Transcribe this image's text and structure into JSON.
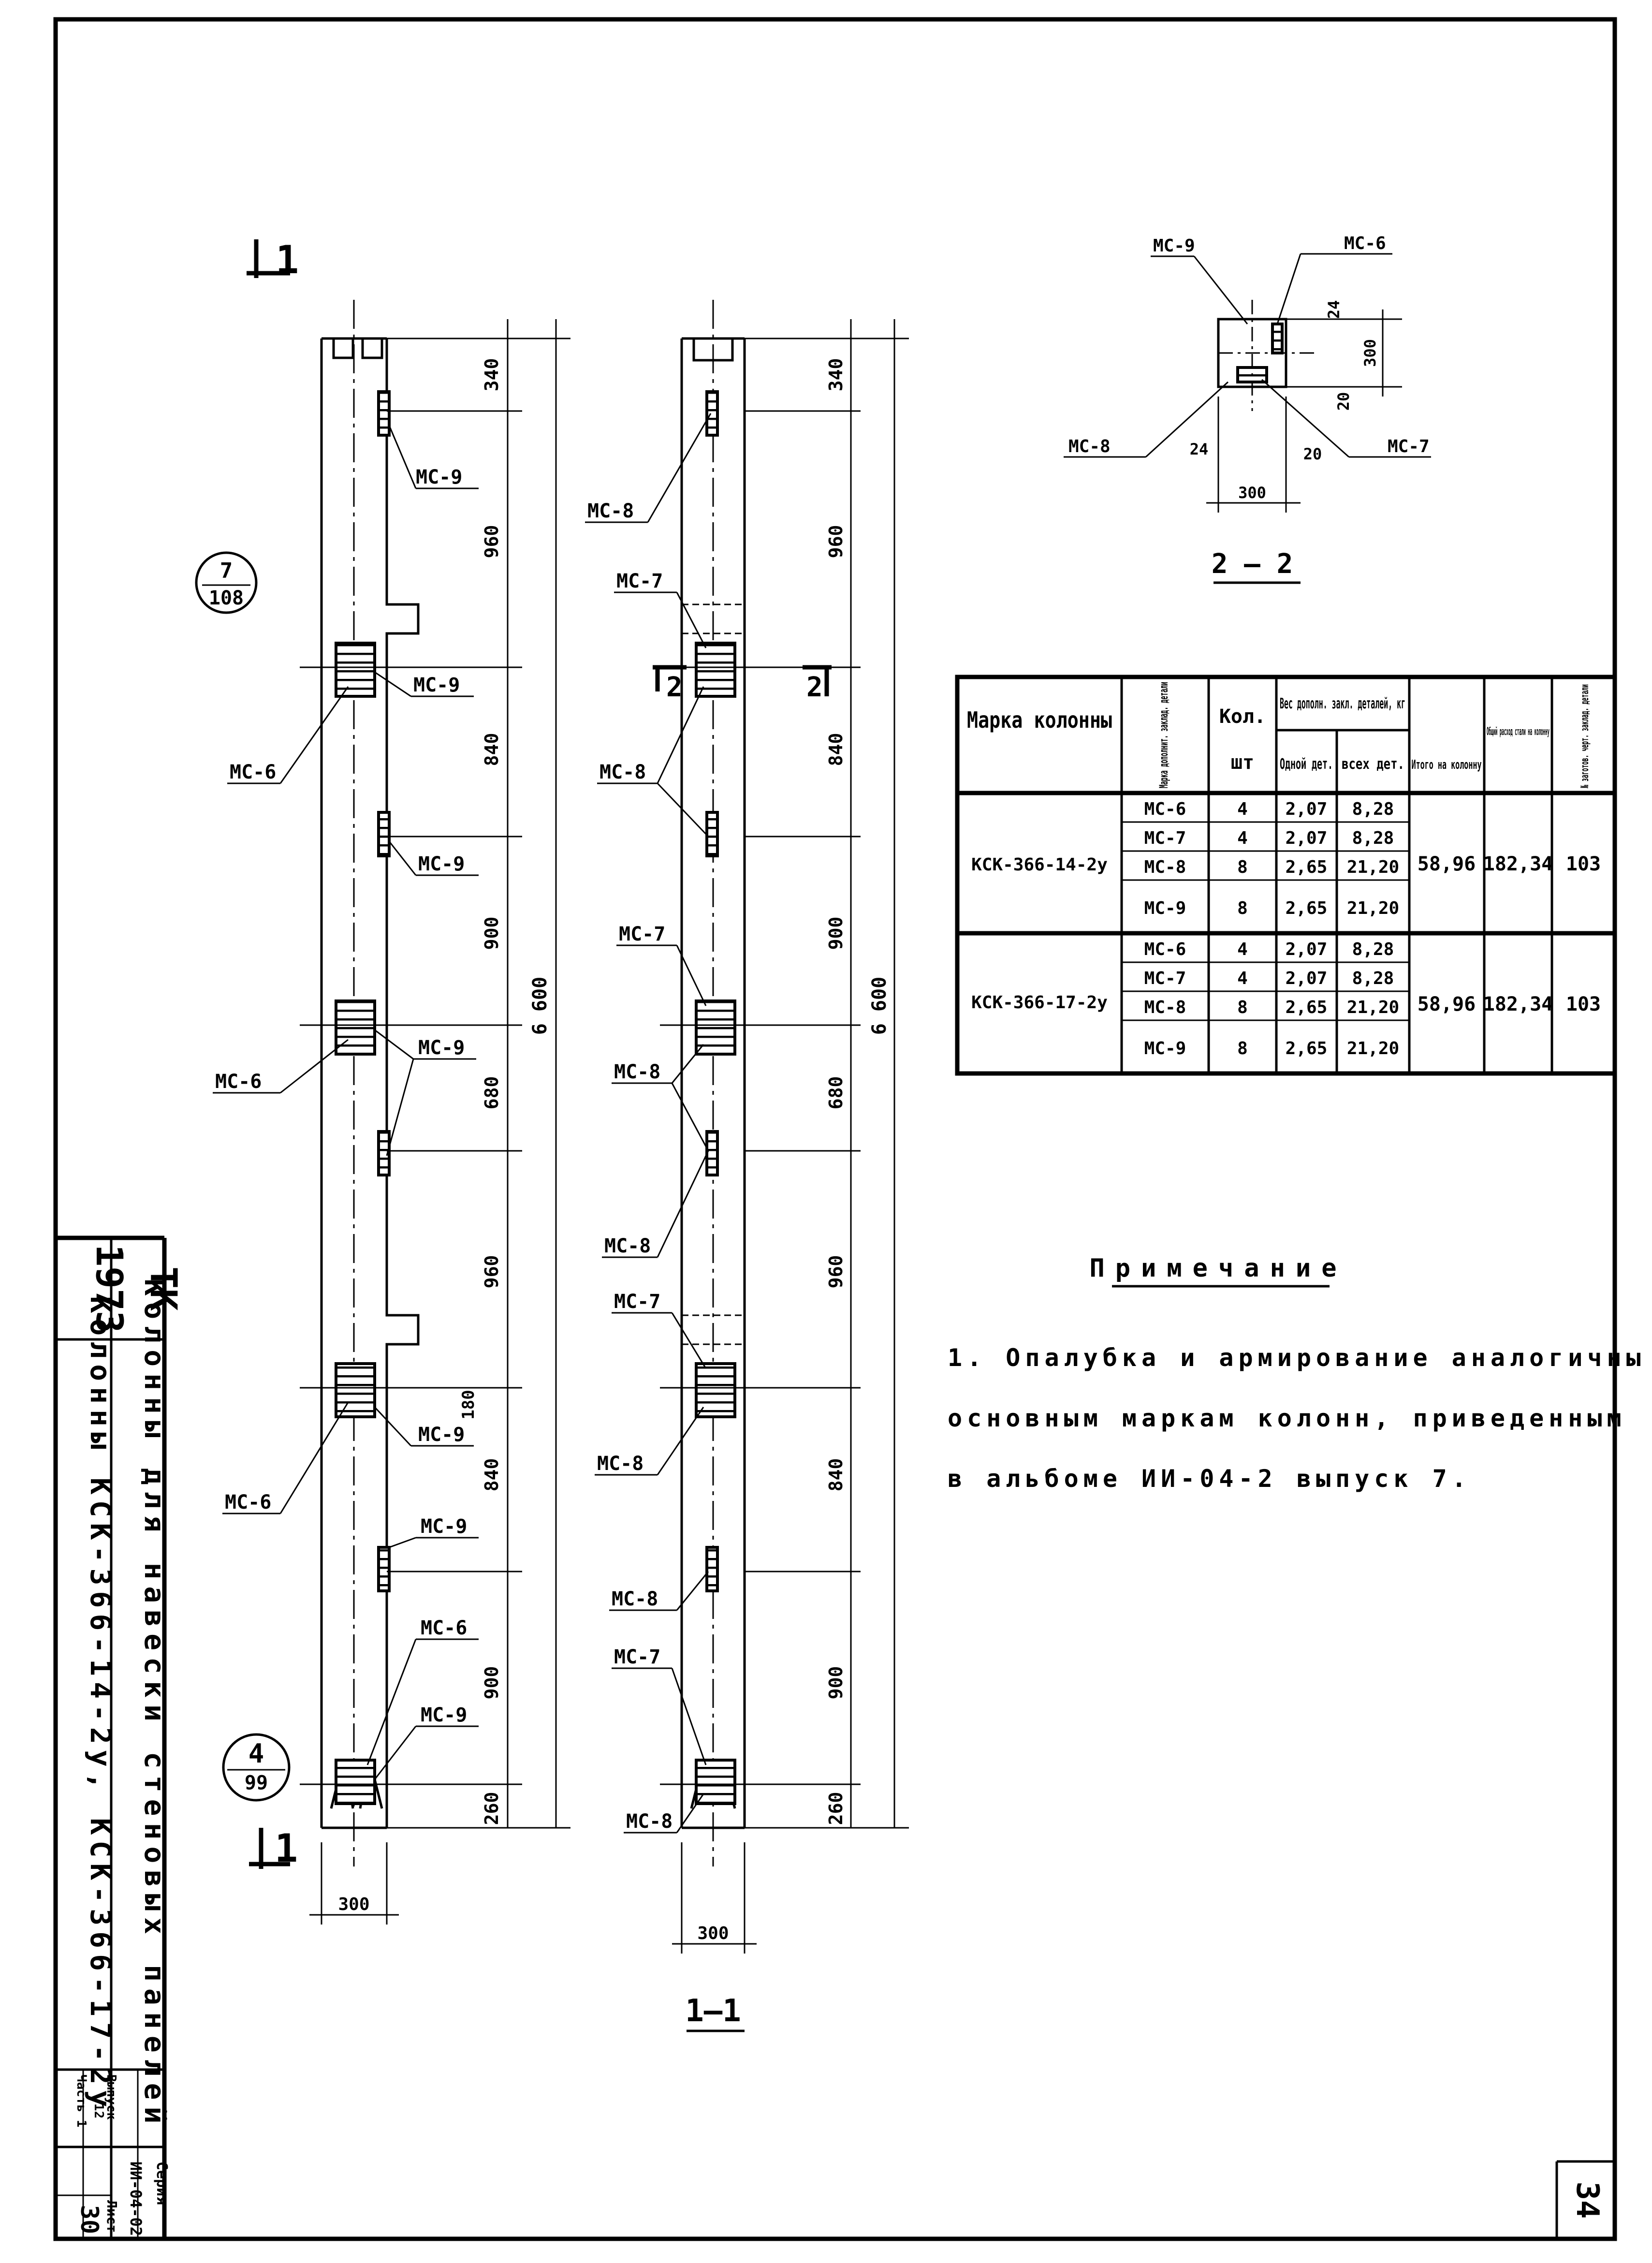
{
  "sheet": {
    "number": "34",
    "page_tag": "30"
  },
  "title_block": {
    "org": "ТК",
    "year": "1973",
    "title_line1": "Колонны для навески стеновых панелей",
    "title_line2": "Колонны КСК-366-14-2у, КСК-366-17-2у",
    "series_label": "Серия",
    "series_value": "ИИ-04-02",
    "issue_label": "Выпуск",
    "issue_value": "12",
    "part_label": "Часть 1",
    "sheet_label": "Лист",
    "sheet_value": "30"
  },
  "left_elevation": {
    "section_mark_top": "1",
    "section_mark_bottom": "1",
    "ref_top": {
      "num": "7",
      "den": "108"
    },
    "ref_bottom": {
      "num": "4",
      "den": "99"
    },
    "width_dim": "300",
    "dims": [
      "340",
      "960",
      "840",
      "900",
      "680",
      "960",
      "180",
      "840",
      "900",
      "260"
    ],
    "overall_dim": "6 600",
    "labels": [
      "МС-9",
      "МС-9",
      "МС-6",
      "МС-9",
      "МС-9",
      "МС-6",
      "МС-9",
      "МС-6",
      "МС-9",
      "МС-6",
      "МС-9"
    ]
  },
  "section_1_1": {
    "title": "1—1",
    "section_mark_2_left": "2",
    "section_mark_2_right": "2",
    "width_dim": "300",
    "dims": [
      "340",
      "960",
      "840",
      "900",
      "680",
      "960",
      "840",
      "900",
      "260"
    ],
    "overall_dim": "6 600",
    "labels": [
      "МС-8",
      "МС-7",
      "МС-8",
      "МС-7",
      "МС-8",
      "МС-8",
      "МС-7",
      "МС-8",
      "МС-8",
      "МС-7",
      "МС-8"
    ]
  },
  "section_2_2": {
    "title": "2 — 2",
    "labels": {
      "top_left": "МС-9",
      "top_right": "МС-6",
      "bottom_left": "МС-8",
      "bottom_right": "МС-7"
    },
    "dims": {
      "d24_top": "24",
      "d300_v": "300",
      "d20_v": "20",
      "d24_bot": "24",
      "d20_bot": "20",
      "d300_h": "300"
    }
  },
  "table": {
    "headers": {
      "marka": "Марка колонны",
      "marka_detali": "Марка дополнит. заклад. детали",
      "kol": "Кол.",
      "kol_unit": "шт",
      "ves_group": "Вес дополн. закл. деталей, кг",
      "odnoy": "Одной дет.",
      "vseh": "всех дет.",
      "itogo": "Итого на колонну",
      "obshiy": "Общий расход стали на колонну",
      "zagotov": "№ заготов. черт. заклад. детали"
    },
    "groups": [
      {
        "column_mark": "КСК-366-14-2у",
        "rows": [
          {
            "detail": "МС-6",
            "qty": "4",
            "one": "2,07",
            "all": "8,28"
          },
          {
            "detail": "МС-7",
            "qty": "4",
            "one": "2,07",
            "all": "8,28"
          },
          {
            "detail": "МС-8",
            "qty": "8",
            "one": "2,65",
            "all": "21,20"
          },
          {
            "detail": "МС-9",
            "qty": "8",
            "one": "2,65",
            "all": "21,20"
          }
        ],
        "total": "58,96",
        "steel": "182,34",
        "drawing": "103"
      },
      {
        "column_mark": "КСК-366-17-2у",
        "rows": [
          {
            "detail": "МС-6",
            "qty": "4",
            "one": "2,07",
            "all": "8,28"
          },
          {
            "detail": "МС-7",
            "qty": "4",
            "one": "2,07",
            "all": "8,28"
          },
          {
            "detail": "МС-8",
            "qty": "8",
            "one": "2,65",
            "all": "21,20"
          },
          {
            "detail": "МС-9",
            "qty": "8",
            "one": "2,65",
            "all": "21,20"
          }
        ],
        "total": "58,96",
        "steel": "182,34",
        "drawing": "103"
      }
    ]
  },
  "note": {
    "heading": "Примечание",
    "line1": "1. Опалубка и армирование аналогичны",
    "line2": "основным маркам колонн, приведенным",
    "line3": "в альбоме ИИ-04-2 выпуск 7."
  }
}
